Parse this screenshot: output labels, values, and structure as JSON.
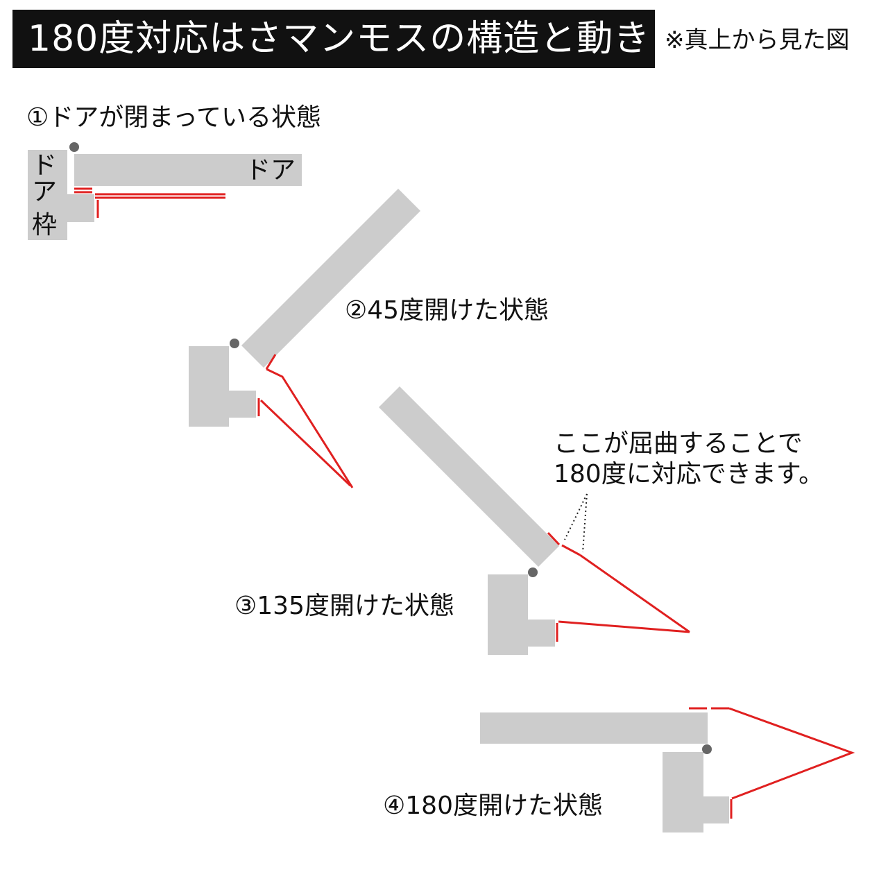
{
  "title": "180度対応はさマンモスの構造と動き",
  "note": "※真上から見た図",
  "states": [
    {
      "label": "①ドアが閉まっている状態"
    },
    {
      "label": "②45度開けた状態"
    },
    {
      "label": "③135度開けた状態"
    },
    {
      "label": "④180度開けた状態"
    }
  ],
  "parts": {
    "door": "ドア",
    "frame_line1": "ド",
    "frame_line2": "ア",
    "frame_line3": "枠"
  },
  "callout": {
    "line1": "ここが屈曲することで",
    "line2": "180度に対応できます。"
  },
  "colors": {
    "part_fill": "#cccccc",
    "guard_red": "#e02020",
    "hinge": "#666666",
    "title_bg": "#111111"
  }
}
